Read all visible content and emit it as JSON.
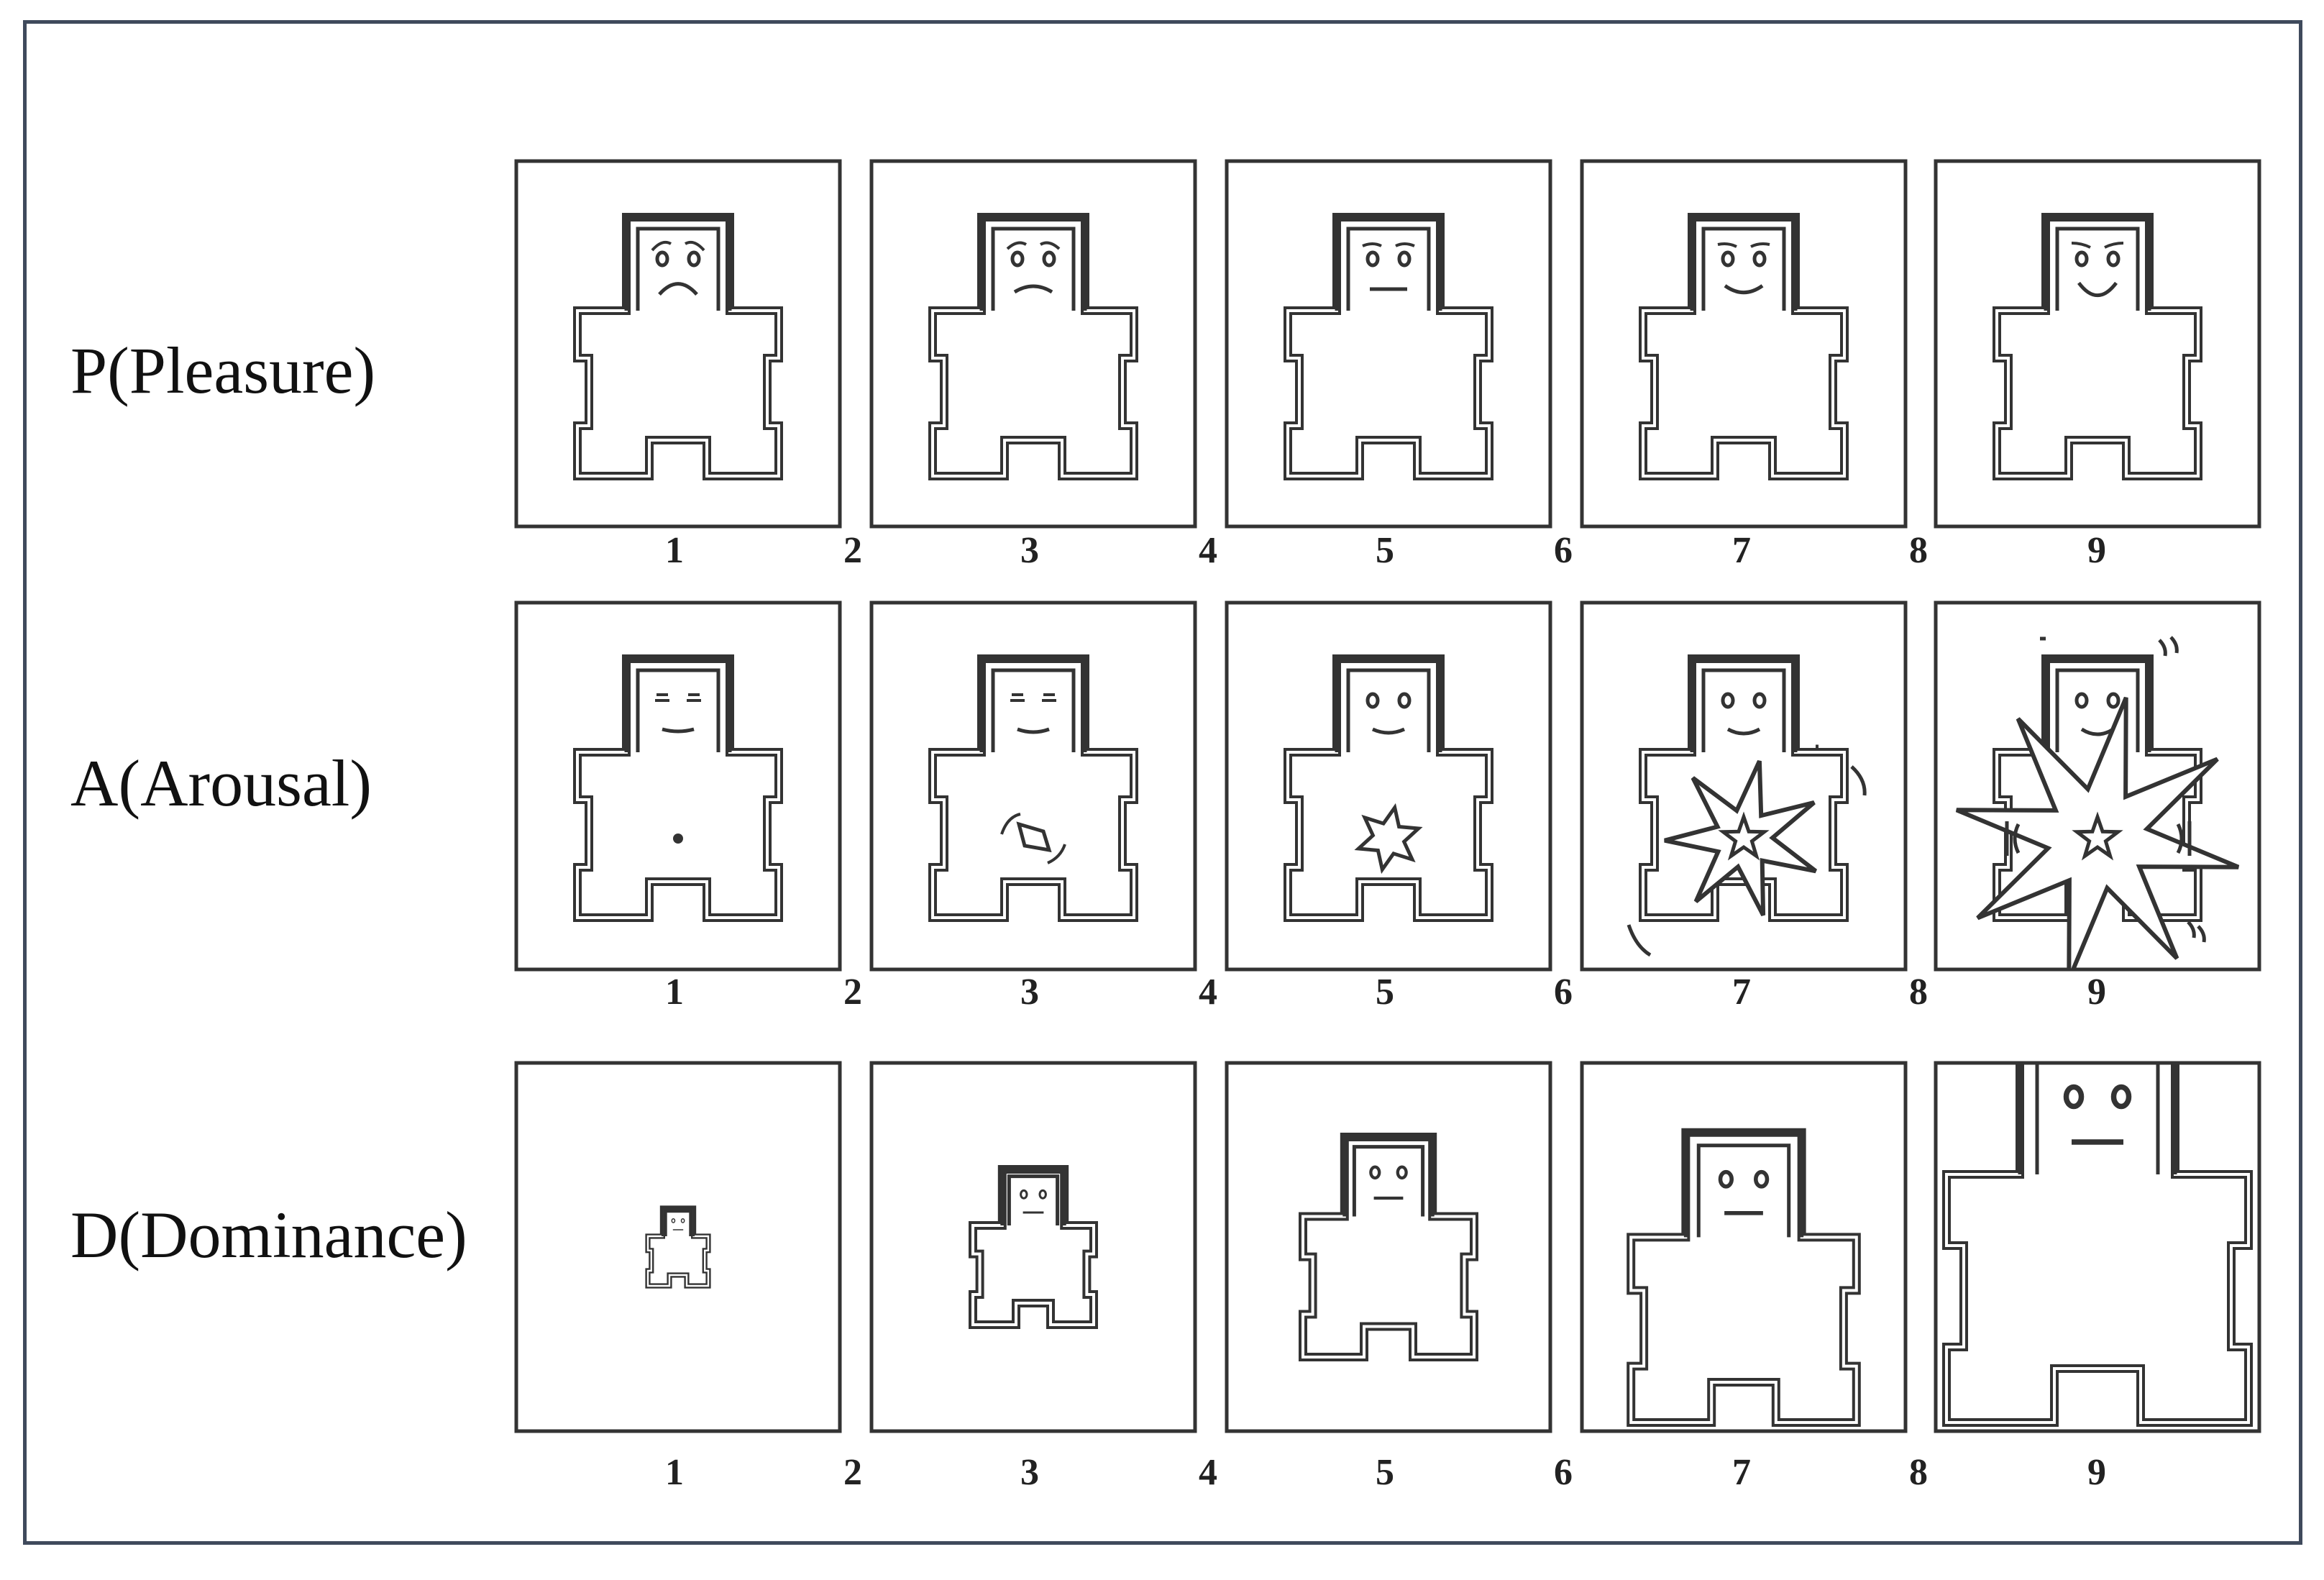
{
  "rows": [
    {
      "key": "pleasure",
      "label": "P(Pleasure)",
      "scale": [
        "1",
        "2",
        "3",
        "4",
        "5",
        "6",
        "7",
        "8",
        "9"
      ]
    },
    {
      "key": "arousal",
      "label": "A(Arousal)",
      "scale": [
        "1",
        "2",
        "3",
        "4",
        "5",
        "6",
        "7",
        "8",
        "9"
      ]
    },
    {
      "key": "dominance",
      "label": "D(Dominance)",
      "scale": [
        "1",
        "2",
        "3",
        "4",
        "5",
        "6",
        "7",
        "8",
        "9"
      ]
    }
  ],
  "colors": {
    "frame": "#3f4a5c",
    "ink": "#333333"
  },
  "icons": [
    "manikin-figure-icon"
  ]
}
